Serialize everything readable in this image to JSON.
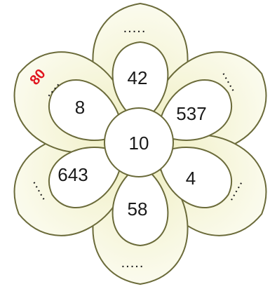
{
  "center": {
    "value": "10"
  },
  "petals": [
    {
      "id": "top",
      "inner": "42",
      "outer": "....."
    },
    {
      "id": "upper-right",
      "inner": "537",
      "outer": "....."
    },
    {
      "id": "lower-right",
      "inner": "4",
      "outer": "....."
    },
    {
      "id": "bottom",
      "inner": "58",
      "outer": "....."
    },
    {
      "id": "lower-left",
      "inner": "643",
      "outer": "....."
    },
    {
      "id": "upper-left",
      "inner": "8",
      "outer": "....",
      "answer": "80"
    }
  ],
  "colors": {
    "outline": "#6b6b3a",
    "petal_fill_inner": "#efeec0",
    "petal_fill_outer": "#fbfbee",
    "answer": "#e0141e"
  }
}
